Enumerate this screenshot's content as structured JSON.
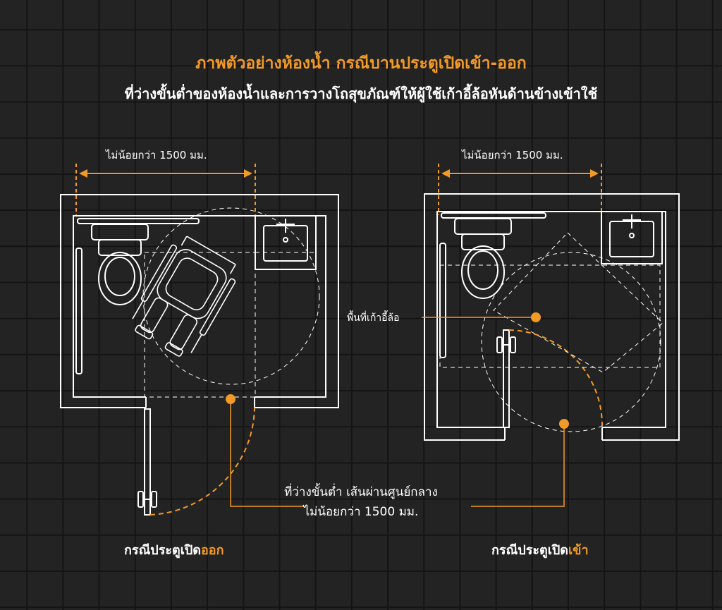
{
  "title": "ภาพตัวอย่างห้องน้ำ กรณีบานประตูเปิดเข้า-ออก",
  "subtitle": "ที่ว่างขั้นต่ำของห้องน้ำและการวางโถสุขภัณฑ์ให้ผู้ใช้เก้าอี้ล้อหันด้านข้างเข้าใช้",
  "dimension_left": "ไม่น้อยกว่า 1500 มม.",
  "dimension_right": "ไม่น้อยกว่า 1500 มม.",
  "wheelchair_area_label": "พื้นที่เก้าอี้ล้อ",
  "note_line1": "ที่ว่างขั้นต่ำ เส้นผ่านศูนย์กลาง",
  "note_line2": "ไม่น้อยกว่า 1500 มม.",
  "caption_left": {
    "prefix": "กรณีประตูเปิด",
    "highlight": "ออก"
  },
  "caption_right": {
    "prefix": "กรณีประตูเปิด",
    "highlight": "เข้า"
  },
  "colors": {
    "accent": "#f39a26",
    "line": "#ffffff",
    "background": "#232323",
    "grid": "#141414"
  },
  "icons": [
    "toilet-icon",
    "sink-icon",
    "grab-bar-icon",
    "wheelchair-icon",
    "door-handle-icon"
  ]
}
